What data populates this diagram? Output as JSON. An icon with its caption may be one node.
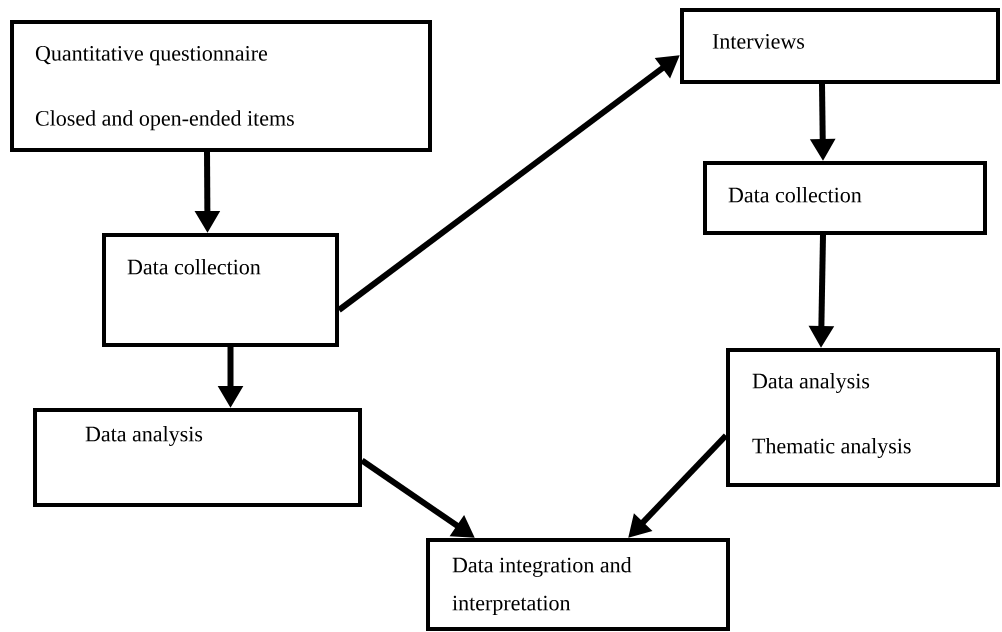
{
  "diagram": {
    "nodes": [
      {
        "text": [
          "Quantitative questionnaire",
          "Closed and open-ended items"
        ]
      },
      {
        "text": [
          "Data collection"
        ]
      },
      {
        "text": [
          "Data analysis"
        ]
      },
      {
        "text": [
          "Interviews"
        ]
      },
      {
        "text": [
          "Data collection"
        ]
      },
      {
        "text": [
          "Data analysis",
          "Thematic analysis"
        ]
      },
      {
        "text": [
          "Data integration and interpretation"
        ]
      }
    ],
    "edges": [
      {
        "from": 0,
        "to": 1,
        "arrow": "to"
      },
      {
        "from": 1,
        "to": 3,
        "arrow": "to"
      },
      {
        "from": 1,
        "to": 2,
        "arrow": "to"
      },
      {
        "from": 3,
        "to": 4,
        "arrow": "to"
      },
      {
        "from": 4,
        "to": 5,
        "arrow": "to"
      },
      {
        "from": 2,
        "to": 6,
        "arrow": "to"
      },
      {
        "from": 5,
        "to": 6,
        "arrow": "to"
      }
    ]
  }
}
